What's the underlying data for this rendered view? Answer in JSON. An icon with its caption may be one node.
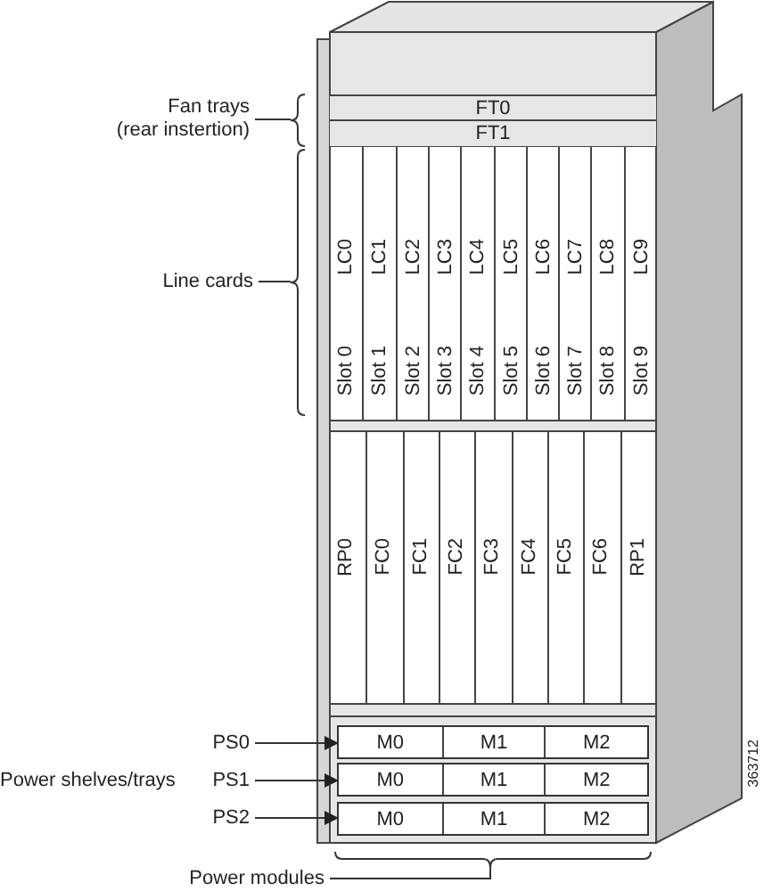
{
  "diagram": {
    "nodes": [
      {
        "text": [
          "Fan trays",
          "(rear instertion)"
        ]
      },
      {
        "text": [
          "FT0"
        ]
      },
      {
        "text": [
          "FT1"
        ]
      },
      {
        "text": [
          "Line cards"
        ]
      },
      {
        "text": [
          "LC0",
          "Slot 0"
        ]
      },
      {
        "text": [
          "LC1",
          "Slot 1"
        ]
      },
      {
        "text": [
          "LC2",
          "Slot 2"
        ]
      },
      {
        "text": [
          "LC3",
          "Slot 3"
        ]
      },
      {
        "text": [
          "LC4",
          "Slot 4"
        ]
      },
      {
        "text": [
          "LC5",
          "Slot 5"
        ]
      },
      {
        "text": [
          "LC6",
          "Slot 6"
        ]
      },
      {
        "text": [
          "LC7",
          "Slot 7"
        ]
      },
      {
        "text": [
          "LC8",
          "Slot 8"
        ]
      },
      {
        "text": [
          "LC9",
          "Slot 9"
        ]
      },
      {
        "text": [
          "RP0"
        ]
      },
      {
        "text": [
          "FC0"
        ]
      },
      {
        "text": [
          "FC1"
        ]
      },
      {
        "text": [
          "FC2"
        ]
      },
      {
        "text": [
          "FC3"
        ]
      },
      {
        "text": [
          "FC4"
        ]
      },
      {
        "text": [
          "FC5"
        ]
      },
      {
        "text": [
          "FC6"
        ]
      },
      {
        "text": [
          "RP1"
        ]
      },
      {
        "text": [
          "PS0"
        ]
      },
      {
        "text": [],
        "shape": "box"
      },
      {
        "text": [
          "M0"
        ],
        "in": 24
      },
      {
        "text": [
          "M1"
        ],
        "in": 24
      },
      {
        "text": [
          "M2"
        ],
        "in": 24
      },
      {
        "text": [
          "PS1"
        ]
      },
      {
        "text": [],
        "shape": "box"
      },
      {
        "text": [
          "M0"
        ],
        "in": 29
      },
      {
        "text": [
          "M1"
        ],
        "in": 29
      },
      {
        "text": [
          "M2"
        ],
        "in": 29
      },
      {
        "text": [
          "PS2"
        ]
      },
      {
        "text": [],
        "shape": "box"
      },
      {
        "text": [
          "M0"
        ],
        "in": 34
      },
      {
        "text": [
          "M1"
        ],
        "in": 34
      },
      {
        "text": [
          "M2"
        ],
        "in": 34
      },
      {
        "text": [
          "Power modules"
        ]
      }
    ],
    "edges": [
      {
        "from": 0,
        "to": null,
        "arrow": "none"
      },
      {
        "from": 3,
        "to": null,
        "arrow": "none"
      },
      {
        "from": 23,
        "to": 24,
        "arrow": "to"
      },
      {
        "from": 28,
        "to": 29,
        "arrow": "to"
      },
      {
        "from": 33,
        "to": 34,
        "arrow": "to"
      },
      {
        "from": 38,
        "to": null,
        "arrow": "none"
      }
    ],
    "labels": [
      "Power shelves/trays",
      "363712"
    ]
  }
}
